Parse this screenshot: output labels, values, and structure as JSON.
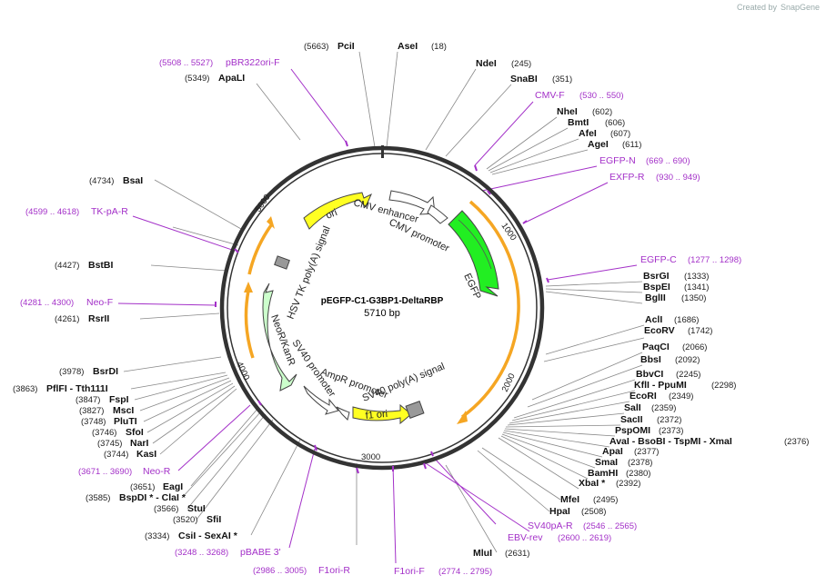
{
  "title": "pEGFP-C1-G3BP1-DeltaRBP",
  "size_label": "5710 bp",
  "credit_prefix": "Created by",
  "credit_brand": "SnapGene",
  "ticks": [
    "1000",
    "2000",
    "3000",
    "4000",
    "5000"
  ],
  "sites": [
    {
      "name": "AseI",
      "pos": "(18)"
    },
    {
      "name": "PciI",
      "pos": "(5663)"
    },
    {
      "name": "NdeI",
      "pos": "(245)"
    },
    {
      "name": "SnaBI",
      "pos": "(351)"
    },
    {
      "name": "NheI",
      "pos": "(602)"
    },
    {
      "name": "BmtI",
      "pos": "(606)"
    },
    {
      "name": "AfeI",
      "pos": "(607)"
    },
    {
      "name": "AgeI",
      "pos": "(611)"
    },
    {
      "name": "BsrGI",
      "pos": "(1333)"
    },
    {
      "name": "BspEI",
      "pos": "(1341)"
    },
    {
      "name": "BglII",
      "pos": "(1350)"
    },
    {
      "name": "AclI",
      "pos": "(1686)"
    },
    {
      "name": "EcoRV",
      "pos": "(1742)"
    },
    {
      "name": "PaqCI",
      "pos": "(2066)"
    },
    {
      "name": "BbsI",
      "pos": "(2092)"
    },
    {
      "name": "BbvCI",
      "pos": "(2245)"
    },
    {
      "name": "KflI  - PpuMI",
      "pos": "(2298)"
    },
    {
      "name": "EcoRI",
      "pos": "(2349)"
    },
    {
      "name": "SalI",
      "pos": "(2359)"
    },
    {
      "name": "SacII",
      "pos": "(2372)"
    },
    {
      "name": "PspOMI",
      "pos": "(2373)"
    },
    {
      "name": "AvaI  - BsoBI  - TspMI  - XmaI",
      "pos": "(2376)"
    },
    {
      "name": "ApaI",
      "pos": "(2377)"
    },
    {
      "name": "SmaI",
      "pos": "(2378)"
    },
    {
      "name": "BamHI",
      "pos": "(2380)"
    },
    {
      "name": "XbaI *",
      "pos": "(2392)"
    },
    {
      "name": "MfeI",
      "pos": "(2495)"
    },
    {
      "name": "HpaI",
      "pos": "(2508)"
    },
    {
      "name": "MluI",
      "pos": "(2631)"
    },
    {
      "name": "CsiI  - SexAI *",
      "pos": "(3334)"
    },
    {
      "name": "SfiI",
      "pos": "(3520)"
    },
    {
      "name": "StuI",
      "pos": "(3566)"
    },
    {
      "name": "BspDI *  - ClaI *",
      "pos": "(3585)"
    },
    {
      "name": "EagI",
      "pos": "(3651)"
    },
    {
      "name": "KasI",
      "pos": "(3744)"
    },
    {
      "name": "NarI",
      "pos": "(3745)"
    },
    {
      "name": "SfoI",
      "pos": "(3746)"
    },
    {
      "name": "PluTI",
      "pos": "(3748)"
    },
    {
      "name": "MscI",
      "pos": "(3827)"
    },
    {
      "name": "FspI",
      "pos": "(3847)"
    },
    {
      "name": "PflFI  - Tth111I",
      "pos": "(3863)"
    },
    {
      "name": "BsrDI",
      "pos": "(3978)"
    },
    {
      "name": "RsrII",
      "pos": "(4261)"
    },
    {
      "name": "BstBI",
      "pos": "(4427)"
    },
    {
      "name": "BsaI",
      "pos": "(4734)"
    },
    {
      "name": "ApaLI",
      "pos": "(5349)"
    }
  ],
  "primers": [
    {
      "name": "pBR322ori-F",
      "range": "(5508 .. 5527)"
    },
    {
      "name": "CMV-F",
      "range": "(530 .. 550)"
    },
    {
      "name": "EGFP-N",
      "range": "(669 .. 690)"
    },
    {
      "name": "EXFP-R",
      "range": "(930 .. 949)"
    },
    {
      "name": "EGFP-C",
      "range": "(1277 .. 1298)"
    },
    {
      "name": "TK-pA-R",
      "range": "(4599 .. 4618)"
    },
    {
      "name": "Neo-F",
      "range": "(4281 .. 4300)"
    },
    {
      "name": "Neo-R",
      "range": "(3671 .. 3690)"
    },
    {
      "name": "pBABE 3'",
      "range": "(3248 .. 3268)"
    },
    {
      "name": "F1ori-R",
      "range": "(2986 .. 3005)"
    },
    {
      "name": "F1ori-F",
      "range": "(2774 .. 2795)"
    },
    {
      "name": "SV40pA-R",
      "range": "(2546 .. 2565)"
    },
    {
      "name": "EBV-rev",
      "range": "(2600 .. 2619)"
    }
  ],
  "features": [
    {
      "name": "CMV enhancer"
    },
    {
      "name": "CMV promoter"
    },
    {
      "name": "EGFP"
    },
    {
      "name": "SV40 poly(A) signal"
    },
    {
      "name": "f1 ori"
    },
    {
      "name": "AmpR promoter"
    },
    {
      "name": "SV40 promoter"
    },
    {
      "name": "NeoR/KanR"
    },
    {
      "name": "HSV TK poly(A) signal"
    },
    {
      "name": "ori"
    }
  ],
  "colors": {
    "egfp": "#22ee22",
    "ori": "#ffff22",
    "neo": "#ccffcc",
    "orf": "#f5a623",
    "primer": "#a330c8",
    "grey": "#999999"
  }
}
